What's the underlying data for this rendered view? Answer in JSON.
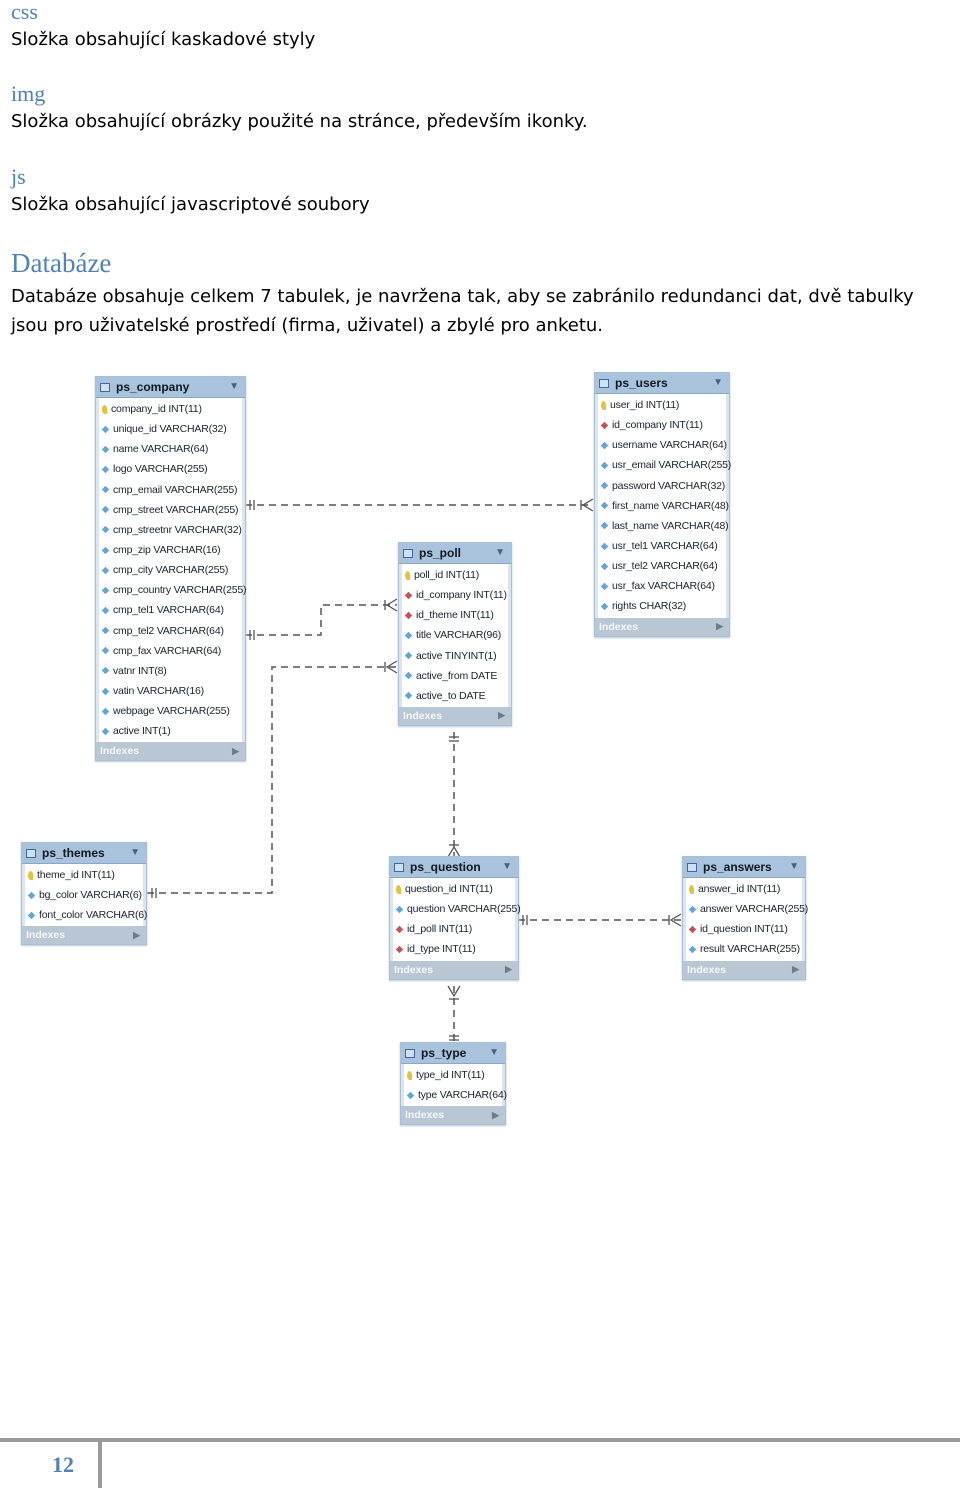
{
  "sections": [
    {
      "heading": "css",
      "text": "Složka obsahující kaskadové styly"
    },
    {
      "heading": "img",
      "text": "Složka obsahující obrázky použité na stránce, především ikonky."
    },
    {
      "heading": "js",
      "text": "Složka obsahující javascriptové soubory"
    }
  ],
  "db": {
    "heading": "Databáze",
    "text_line1": "Databáze obsahuje celkem 7 tabulek, je navržena tak, aby se zabránilo redundanci dat, dvě tabulky",
    "text_line2": "jsou pro uživatelské prostředí (firma, uživatel) a zbylé pro anketu."
  },
  "indexes_label": "Indexes",
  "tables": {
    "ps_company": {
      "name": "ps_company",
      "columns": [
        {
          "t": "k",
          "v": "company_id INT(11)"
        },
        {
          "t": "a",
          "v": "unique_id VARCHAR(32)"
        },
        {
          "t": "a",
          "v": "name VARCHAR(64)"
        },
        {
          "t": "a",
          "v": "logo VARCHAR(255)"
        },
        {
          "t": "a",
          "v": "cmp_email VARCHAR(255)"
        },
        {
          "t": "a",
          "v": "cmp_street VARCHAR(255)"
        },
        {
          "t": "a",
          "v": "cmp_streetnr VARCHAR(32)"
        },
        {
          "t": "a",
          "v": "cmp_zip VARCHAR(16)"
        },
        {
          "t": "a",
          "v": "cmp_city VARCHAR(255)"
        },
        {
          "t": "a",
          "v": "cmp_country VARCHAR(255)"
        },
        {
          "t": "a",
          "v": "cmp_tel1 VARCHAR(64)"
        },
        {
          "t": "a",
          "v": "cmp_tel2 VARCHAR(64)"
        },
        {
          "t": "a",
          "v": "cmp_fax VARCHAR(64)"
        },
        {
          "t": "a",
          "v": "vatnr INT(8)"
        },
        {
          "t": "a",
          "v": "vatin VARCHAR(16)"
        },
        {
          "t": "a",
          "v": "webpage VARCHAR(255)"
        },
        {
          "t": "a",
          "v": "active INT(1)"
        }
      ]
    },
    "ps_users": {
      "name": "ps_users",
      "columns": [
        {
          "t": "k",
          "v": "user_id INT(11)"
        },
        {
          "t": "r",
          "v": "id_company INT(11)"
        },
        {
          "t": "a",
          "v": "username VARCHAR(64)"
        },
        {
          "t": "a",
          "v": "usr_email VARCHAR(255)"
        },
        {
          "t": "a",
          "v": "password VARCHAR(32)"
        },
        {
          "t": "a",
          "v": "first_name VARCHAR(48)"
        },
        {
          "t": "a",
          "v": "last_name VARCHAR(48)"
        },
        {
          "t": "a",
          "v": "usr_tel1 VARCHAR(64)"
        },
        {
          "t": "a",
          "v": "usr_tel2 VARCHAR(64)"
        },
        {
          "t": "a",
          "v": "usr_fax VARCHAR(64)"
        },
        {
          "t": "a",
          "v": "rights CHAR(32)"
        }
      ]
    },
    "ps_poll": {
      "name": "ps_poll",
      "columns": [
        {
          "t": "k",
          "v": "poll_id INT(11)"
        },
        {
          "t": "r",
          "v": "id_company INT(11)"
        },
        {
          "t": "r",
          "v": "id_theme INT(11)"
        },
        {
          "t": "a",
          "v": "title VARCHAR(96)"
        },
        {
          "t": "a",
          "v": "active TINYINT(1)"
        },
        {
          "t": "a",
          "v": "active_from DATE"
        },
        {
          "t": "a",
          "v": "active_to DATE"
        }
      ]
    },
    "ps_themes": {
      "name": "ps_themes",
      "columns": [
        {
          "t": "k",
          "v": "theme_id INT(11)"
        },
        {
          "t": "a",
          "v": "bg_color VARCHAR(6)"
        },
        {
          "t": "a",
          "v": "font_color VARCHAR(6)"
        }
      ]
    },
    "ps_question": {
      "name": "ps_question",
      "columns": [
        {
          "t": "k",
          "v": "question_id INT(11)"
        },
        {
          "t": "a",
          "v": "question VARCHAR(255)"
        },
        {
          "t": "r",
          "v": "id_poll INT(11)"
        },
        {
          "t": "r",
          "v": "id_type INT(11)"
        }
      ]
    },
    "ps_answers": {
      "name": "ps_answers",
      "columns": [
        {
          "t": "k",
          "v": "answer_id INT(11)"
        },
        {
          "t": "a",
          "v": "answer VARCHAR(255)"
        },
        {
          "t": "r",
          "v": "id_question INT(11)"
        },
        {
          "t": "a",
          "v": "result VARCHAR(255)"
        }
      ]
    },
    "ps_type": {
      "name": "ps_type",
      "columns": [
        {
          "t": "k",
          "v": "type_id INT(11)"
        },
        {
          "t": "a",
          "v": "type VARCHAR(64)"
        }
      ]
    }
  },
  "page_number": "12"
}
